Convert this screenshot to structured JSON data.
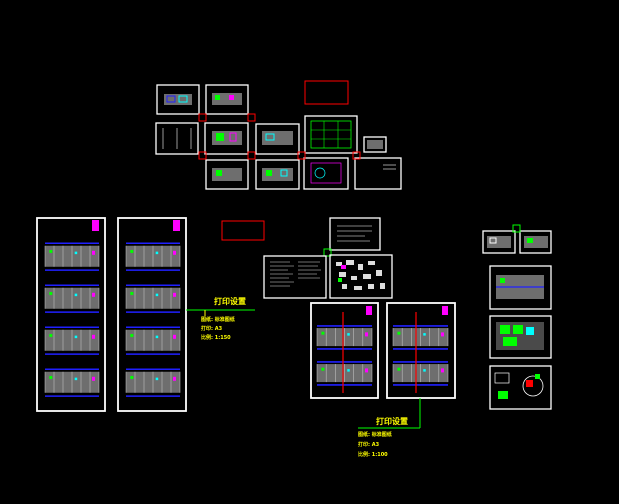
{
  "canvas": {
    "background": "#000000"
  },
  "colors": {
    "sheet_border": "#ffffff",
    "marker_red": "#ff0000",
    "connector_green": "#00ff00",
    "label_yellow": "#ffff00",
    "plan_blue": "#2020ff",
    "plan_gray": "#6e6e6e",
    "accent_magenta": "#ff00ff",
    "accent_cyan": "#00ffff"
  },
  "print_settings_left": {
    "title": "打印设置",
    "lines": [
      "图纸: 标准图纸",
      "打印: A3",
      "比例: 1:150"
    ]
  },
  "print_settings_right": {
    "title": "打印设置",
    "lines": [
      "图纸: 标准图纸",
      "打印: A3",
      "比例: 1:100"
    ]
  }
}
